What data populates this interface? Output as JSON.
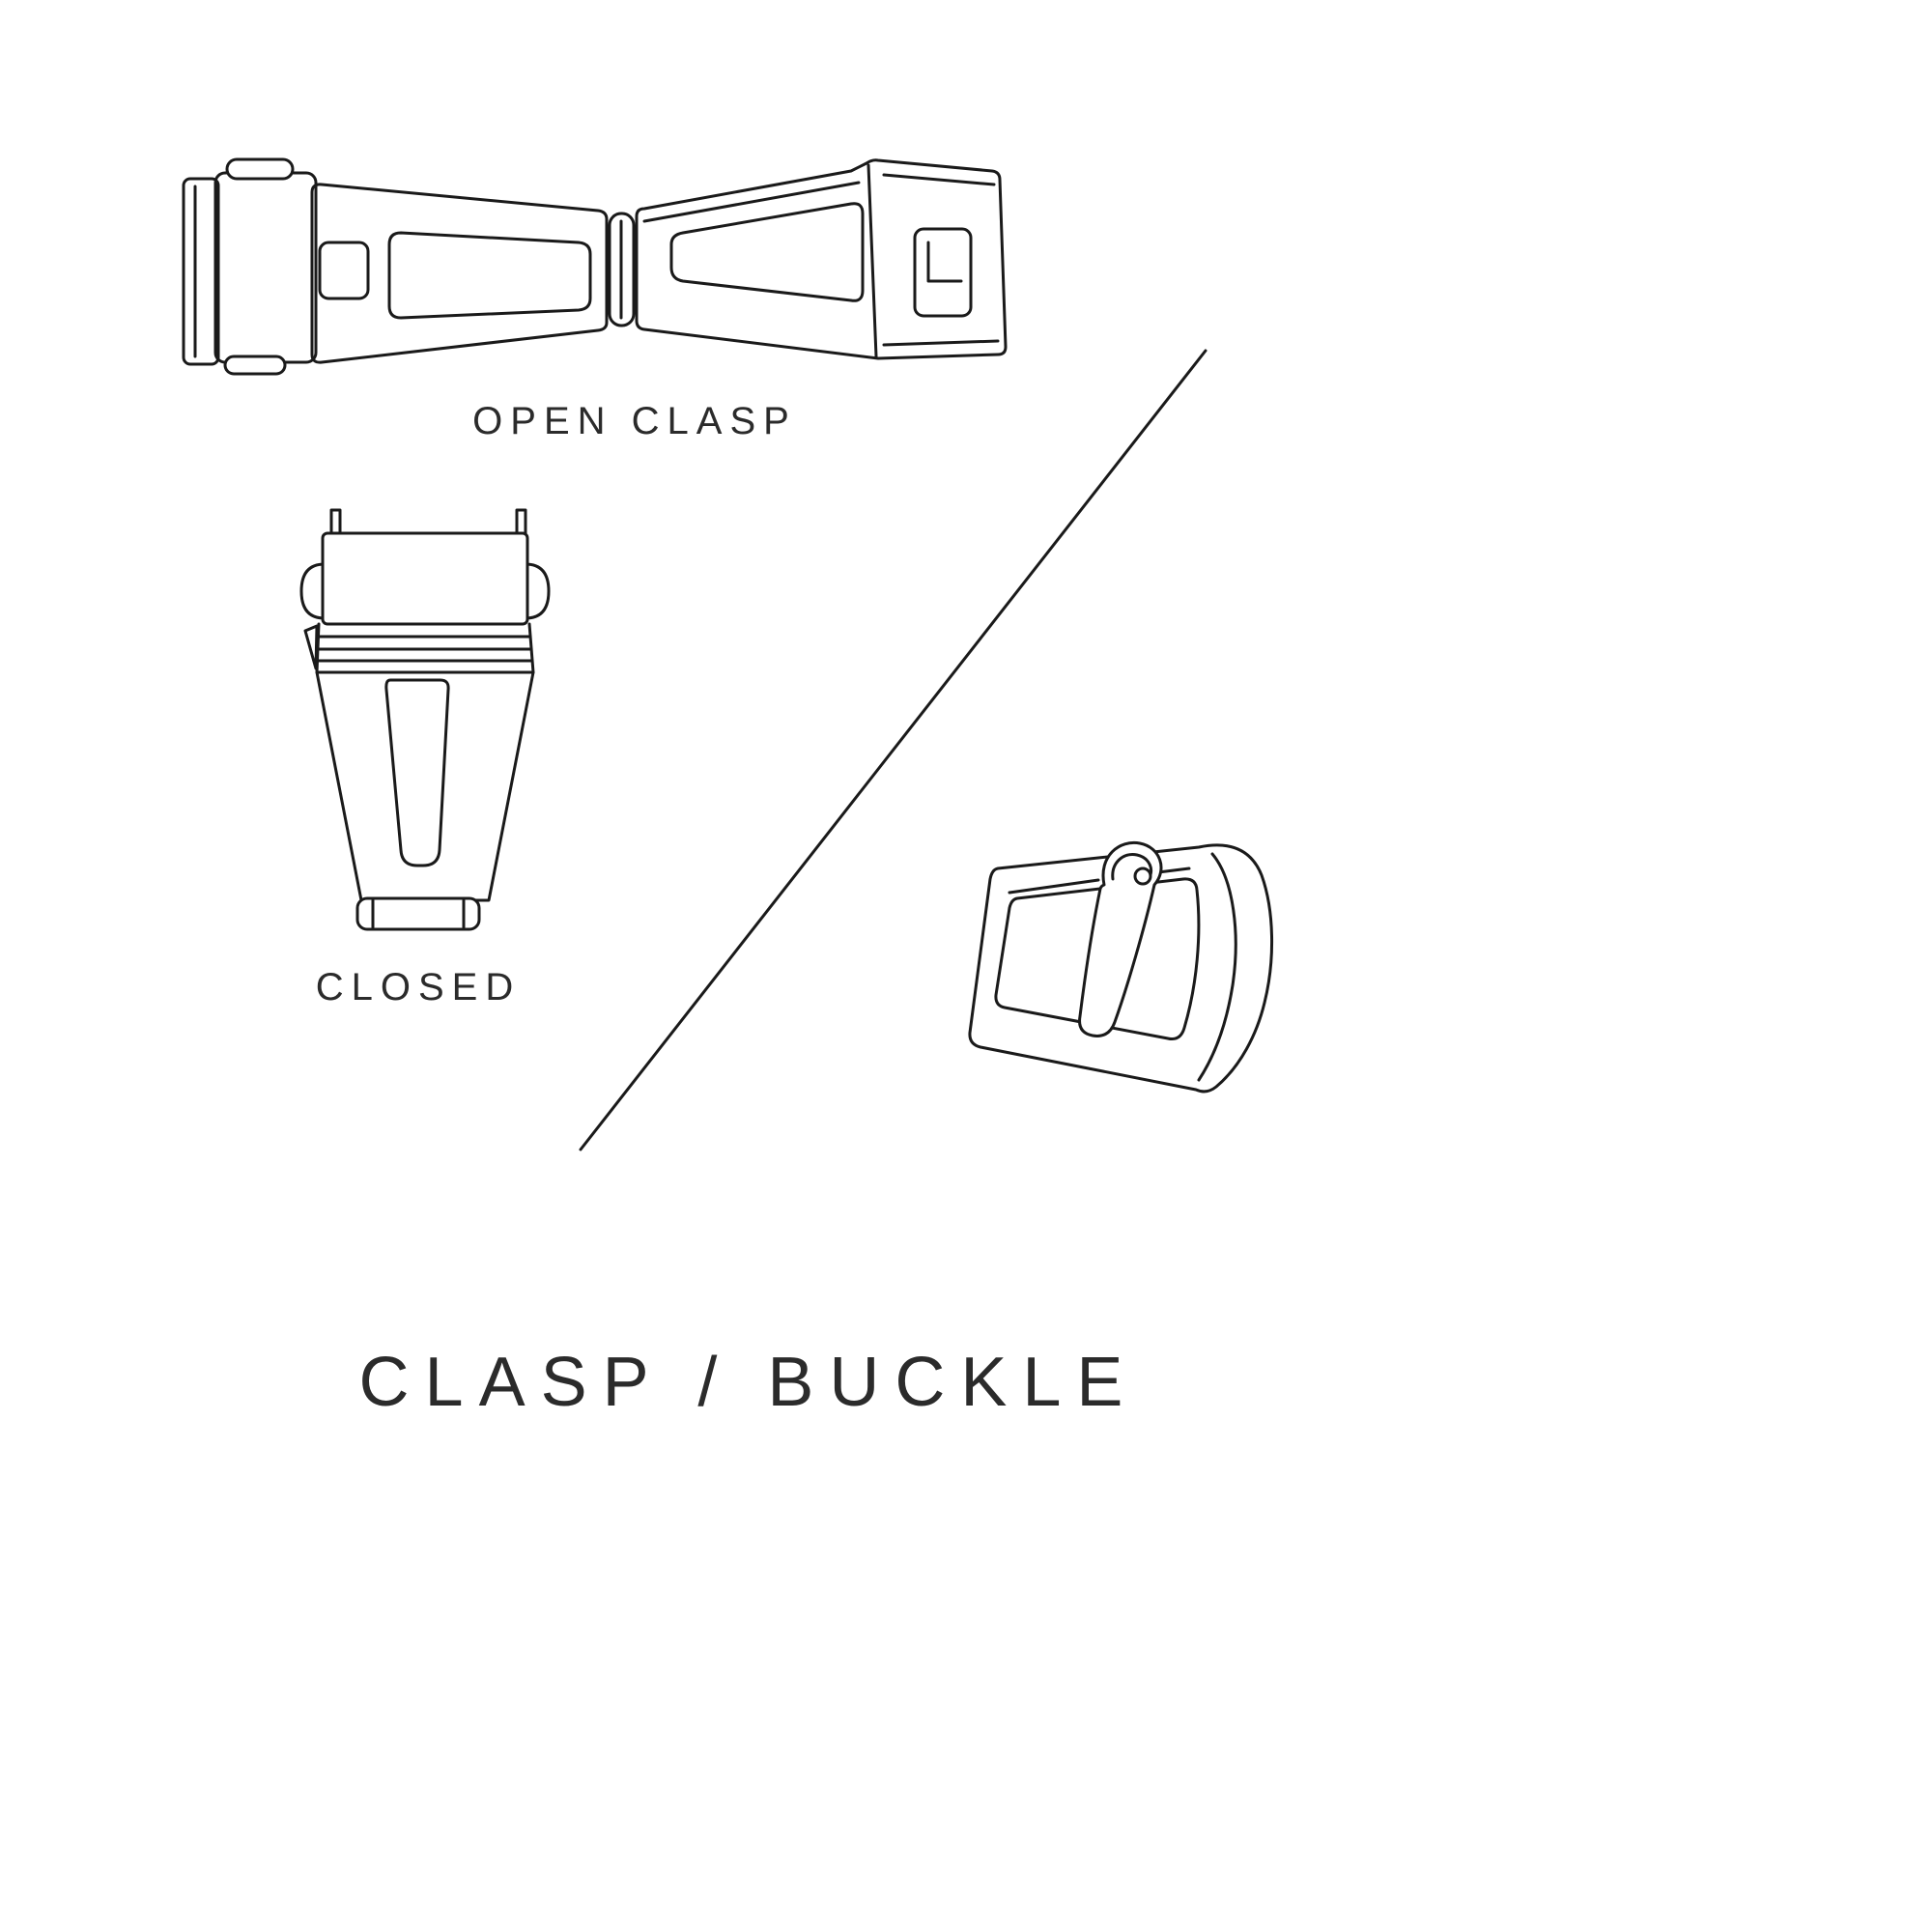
{
  "diagram": {
    "title": "CLASP / BUCKLE",
    "figures": {
      "open_clasp": {
        "label": "OPEN CLASP"
      },
      "closed_clasp": {
        "label": "CLOSED"
      },
      "buckle": {
        "label": ""
      }
    }
  },
  "colors": {
    "background": "#ffffff",
    "line": "#1a1a1a",
    "text": "#2b2b2b"
  }
}
